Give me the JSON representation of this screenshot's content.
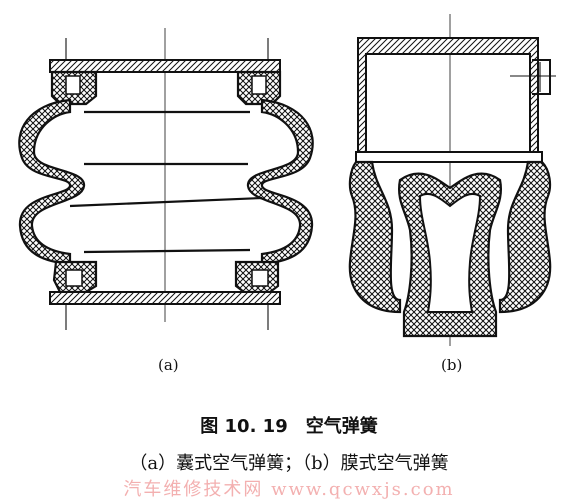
{
  "labels": {
    "sub_a": "(a)",
    "sub_b": "(b)"
  },
  "caption": {
    "figure_number": "图 10. 19",
    "title": "空气弹簧",
    "subcaption": "（a）囊式空气弹簧；（b）膜式空气弹簧"
  },
  "watermark": "汽车维修技术网 www.qcwxjs.com"
}
